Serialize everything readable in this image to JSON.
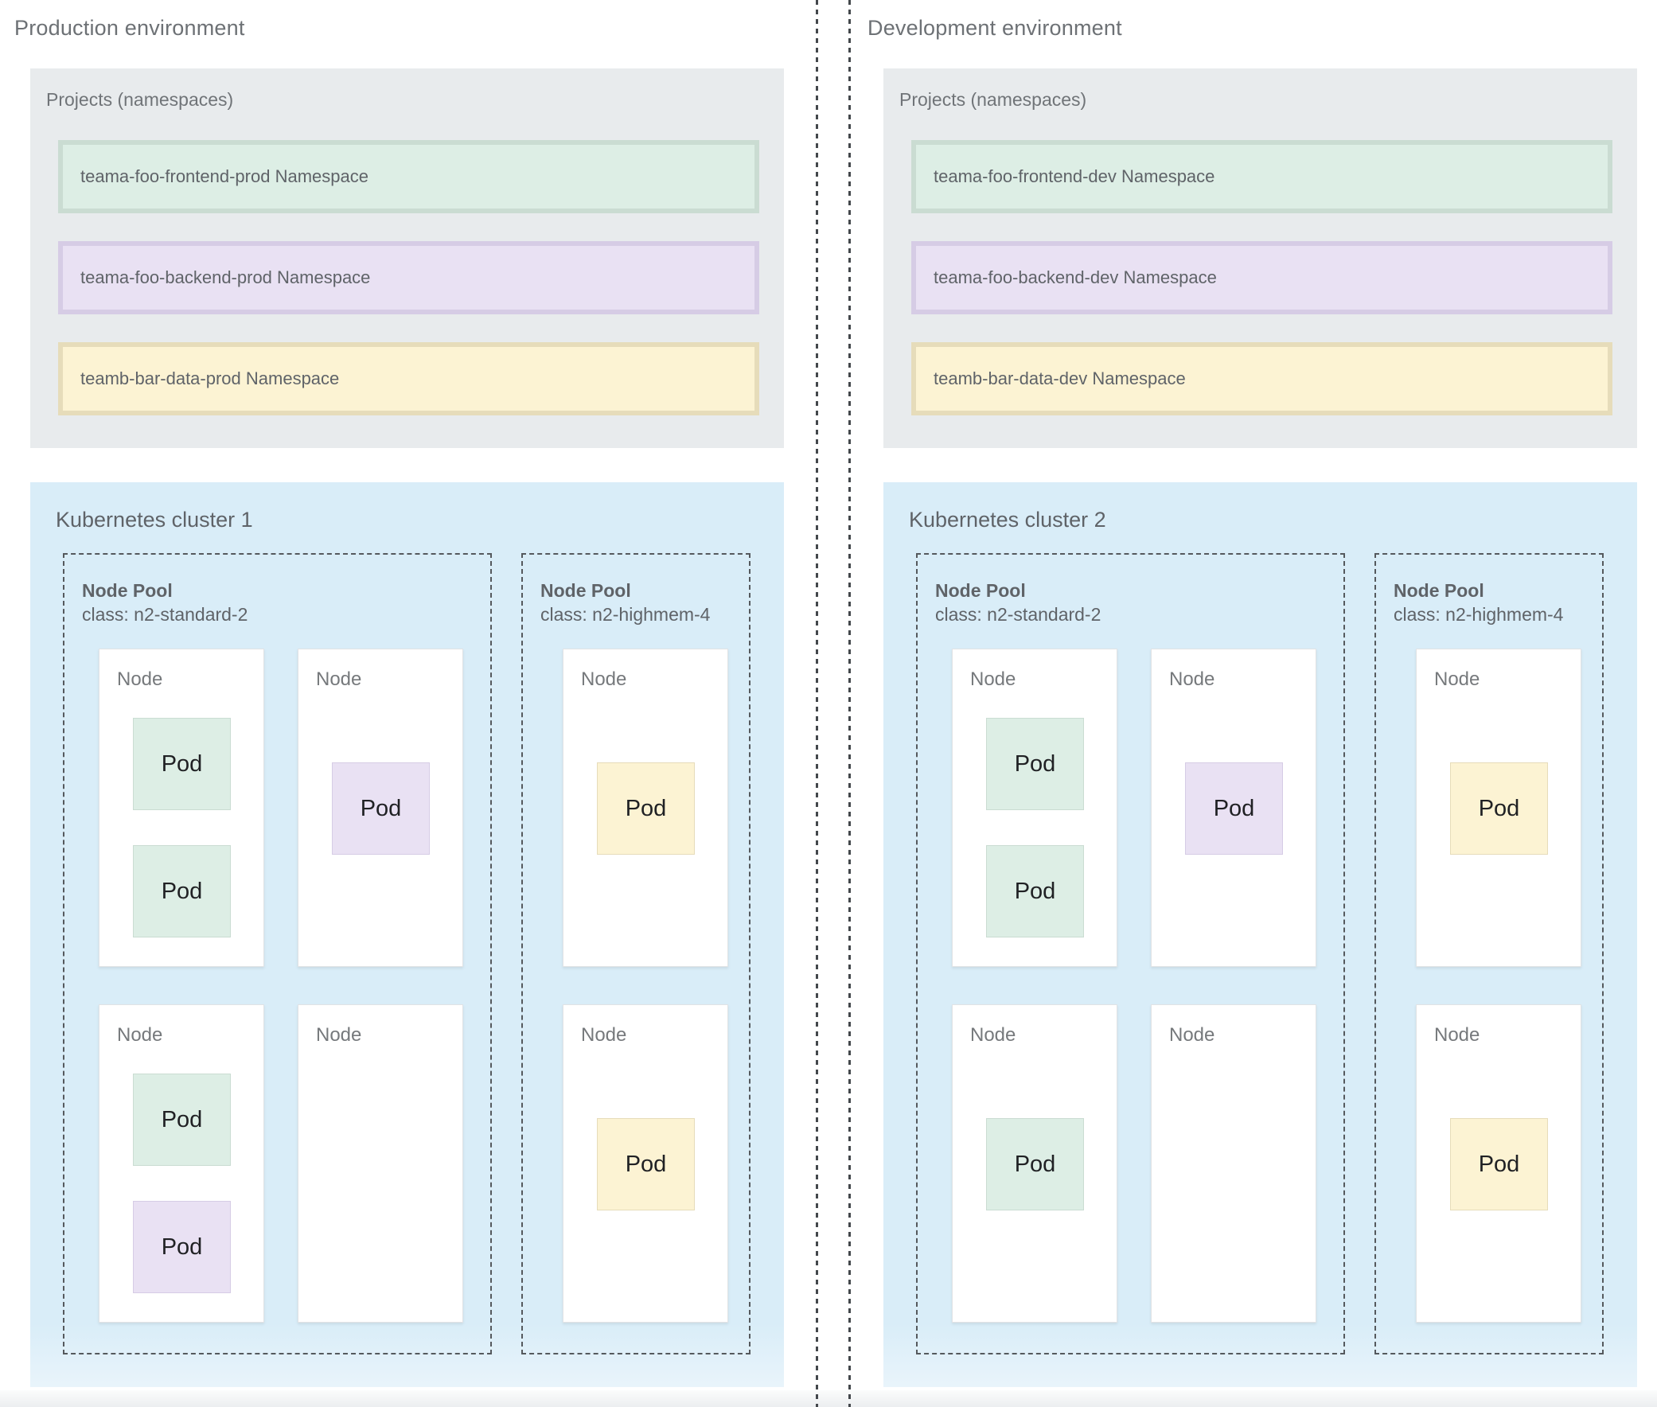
{
  "colors": {
    "projects_box_bg": "#e8ebed",
    "cluster_box_bg": "#d9edf8",
    "node_bg": "#ffffff",
    "dash_color": "#55595d",
    "green": "#ddeee5",
    "purple": "#e9e1f3",
    "yellow": "#fcf3d3"
  },
  "environments": [
    {
      "title": "Production environment",
      "projects": {
        "title": "Projects (namespaces)",
        "namespaces": [
          {
            "label": "teama-foo-frontend-prod Namespace",
            "color": "green"
          },
          {
            "label": "teama-foo-backend-prod Namespace",
            "color": "purple"
          },
          {
            "label": "teamb-bar-data-prod Namespace",
            "color": "yellow"
          }
        ]
      },
      "cluster": {
        "title": "Kubernetes cluster 1",
        "node_pools": [
          {
            "title": "Node Pool",
            "class_label": "class: n2-standard-2",
            "layout": "grid",
            "nodes": [
              {
                "label": "Node",
                "pods": [
                  {
                    "label": "Pod",
                    "color": "green",
                    "slot": "top"
                  },
                  {
                    "label": "Pod",
                    "color": "green",
                    "slot": "bottom"
                  }
                ]
              },
              {
                "label": "Node",
                "pods": [
                  {
                    "label": "Pod",
                    "color": "purple",
                    "slot": "middle"
                  }
                ]
              },
              {
                "label": "Node",
                "pods": [
                  {
                    "label": "Pod",
                    "color": "green",
                    "slot": "top"
                  },
                  {
                    "label": "Pod",
                    "color": "purple",
                    "slot": "bottom"
                  }
                ]
              },
              {
                "label": "Node",
                "pods": []
              }
            ]
          },
          {
            "title": "Node Pool",
            "class_label": "class: n2-highmem-4",
            "layout": "column",
            "nodes": [
              {
                "label": "Node",
                "pods": [
                  {
                    "label": "Pod",
                    "color": "yellow",
                    "slot": "middle"
                  }
                ]
              },
              {
                "label": "Node",
                "pods": [
                  {
                    "label": "Pod",
                    "color": "yellow",
                    "slot": "middle"
                  }
                ]
              }
            ]
          }
        ]
      }
    },
    {
      "title": "Development environment",
      "projects": {
        "title": "Projects (namespaces)",
        "namespaces": [
          {
            "label": "teama-foo-frontend-dev Namespace",
            "color": "green"
          },
          {
            "label": "teama-foo-backend-dev Namespace",
            "color": "purple"
          },
          {
            "label": "teamb-bar-data-dev Namespace",
            "color": "yellow"
          }
        ]
      },
      "cluster": {
        "title": "Kubernetes cluster 2",
        "node_pools": [
          {
            "title": "Node Pool",
            "class_label": "class: n2-standard-2",
            "layout": "grid",
            "nodes": [
              {
                "label": "Node",
                "pods": [
                  {
                    "label": "Pod",
                    "color": "green",
                    "slot": "top"
                  },
                  {
                    "label": "Pod",
                    "color": "green",
                    "slot": "bottom"
                  }
                ]
              },
              {
                "label": "Node",
                "pods": [
                  {
                    "label": "Pod",
                    "color": "purple",
                    "slot": "middle"
                  }
                ]
              },
              {
                "label": "Node",
                "pods": [
                  {
                    "label": "Pod",
                    "color": "green",
                    "slot": "middle"
                  }
                ]
              },
              {
                "label": "Node",
                "pods": []
              }
            ]
          },
          {
            "title": "Node Pool",
            "class_label": "class: n2-highmem-4",
            "layout": "column",
            "nodes": [
              {
                "label": "Node",
                "pods": [
                  {
                    "label": "Pod",
                    "color": "yellow",
                    "slot": "middle"
                  }
                ]
              },
              {
                "label": "Node",
                "pods": [
                  {
                    "label": "Pod",
                    "color": "yellow",
                    "slot": "middle"
                  }
                ]
              }
            ]
          }
        ]
      }
    }
  ]
}
